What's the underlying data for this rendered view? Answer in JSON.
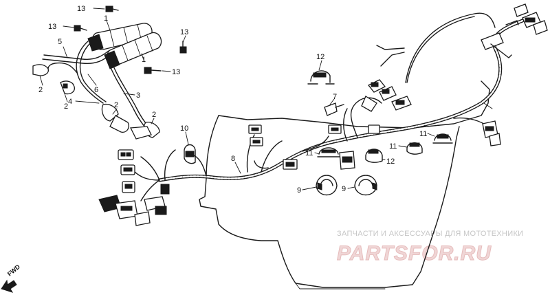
{
  "callouts": {
    "c1a": "1",
    "c1b": "1",
    "c2a": "2",
    "c2b": "2",
    "c2c": "2",
    "c2d": "2",
    "c3": "3",
    "c4": "4",
    "c5": "5",
    "c6": "6",
    "c7": "7",
    "c8": "8",
    "c9a": "9",
    "c9b": "9",
    "c10": "10",
    "c11a": "11",
    "c11b": "11",
    "c11c": "11",
    "c12a": "12",
    "c12b": "12",
    "c13a": "13",
    "c13b": "13",
    "c13c": "13",
    "c13d": "13"
  },
  "watermark": {
    "tagline": "ЗАПЧАСТИ И АКСЕССУАРЫ ДЛЯ МОТОТЕХНИКИ",
    "logo": "PARTSFOR.RU"
  },
  "direction": {
    "label": "FWD"
  }
}
